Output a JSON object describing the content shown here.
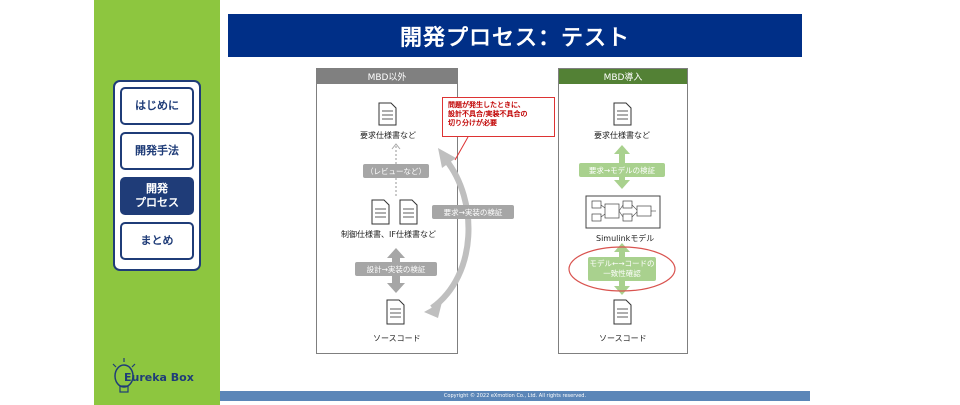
{
  "menu": {
    "items": [
      {
        "label": "はじめに"
      },
      {
        "label": "開発手法"
      },
      {
        "label": "開発\nプロセス"
      },
      {
        "label": "まとめ"
      }
    ]
  },
  "logo": {
    "text": "Eureka Box"
  },
  "title": "開発プロセス：テスト",
  "footer": "Copyright © 2022 eXmotion Co., Ltd. All rights reserved.",
  "left_panel": {
    "heading": "MBD以外",
    "requirements": "要求仕様書など",
    "review": "（レビューなど）",
    "design_docs": "制御仕様書、IF仕様書など",
    "design_check": "設計→実装の検証",
    "requirements_check": "要求→実装の検証",
    "source": "ソースコード"
  },
  "callout": "問題が発生したときに、\n設計不具合/実装不具合の\n切り分けが必要",
  "right_panel": {
    "heading": "MBD導入",
    "requirements": "要求仕様書など",
    "model_check": "要求→モデルの検証",
    "model": "Simulinkモデル",
    "consistency": "モデル←→コードの\n一致性確認",
    "source": "ソースコード"
  },
  "colors": {
    "sidebar": "#8dc63f",
    "navy": "#1f3c78",
    "title_bar": "#002f87",
    "gray_head": "#808080",
    "green_head": "#538135",
    "pill_gray": "#a6a6a6",
    "pill_green": "#a9d18e",
    "callout_red": "#cc0000"
  }
}
